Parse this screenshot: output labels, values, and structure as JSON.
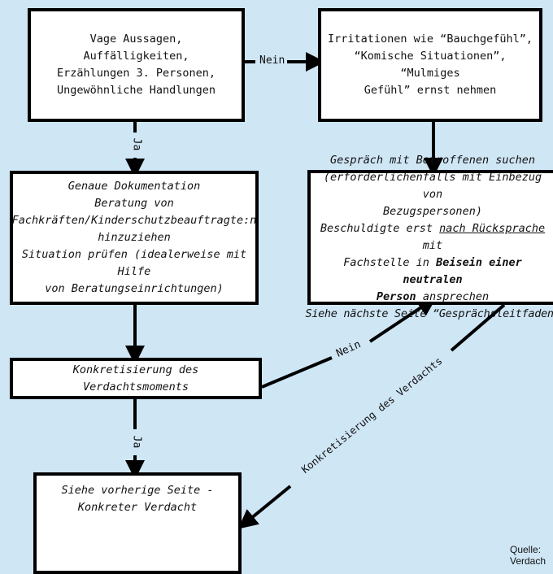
{
  "nodes": {
    "vague": {
      "lines": [
        "Vage Aussagen, Auffälligkeiten,",
        "Erzählungen 3. Personen,",
        "Ungewöhnliche Handlungen"
      ]
    },
    "irritation": {
      "lines": [
        "Irritationen wie “Bauchgefühl”,",
        "“Komische Situationen”, “Mulmiges",
        "Gefühl” ernst nehmen"
      ]
    },
    "documentation": {
      "lines": [
        "Genaue Dokumentation",
        "Beratung von",
        "Fachkräften/Kinderschutzbeauftragte:n",
        "hinzuziehen",
        "Situation prüfen  (idealerweise mit Hilfe",
        "von Beratungseinrichtungen)"
      ]
    },
    "conversation": {
      "l1": "Gespräch mit Betroffenen suchen",
      "l2": "(erforderlichenfalls mit Einbezug von",
      "l3": "Bezugspersonen)",
      "l4a": "Beschuldigte erst ",
      "l4u": "nach Rücksprache",
      "l4b": " mit",
      "l5a": "Fachstelle in ",
      "l5bold": "Beisein einer neutralen",
      "l6bold": "Person",
      "l6b": " ansprechen",
      "l7": "Siehe nächste Seite “Gesprächsleitfaden”"
    },
    "concretization": {
      "text": "Konkretisierung des Verdachtsmoments"
    },
    "previous": {
      "lines": [
        "Siehe vorherige Seite -",
        "Konkreter Verdacht"
      ]
    }
  },
  "edges": {
    "nein_top": "Nein",
    "ja_1": "Ja",
    "ja_2": "Ja",
    "nein_diag": "Nein",
    "konkretisierung_diag": "Konkretisierung des Verdachts"
  },
  "source": {
    "line1": "Quelle:",
    "line2": "Verdach"
  },
  "icons": [
    "warning-icon"
  ]
}
